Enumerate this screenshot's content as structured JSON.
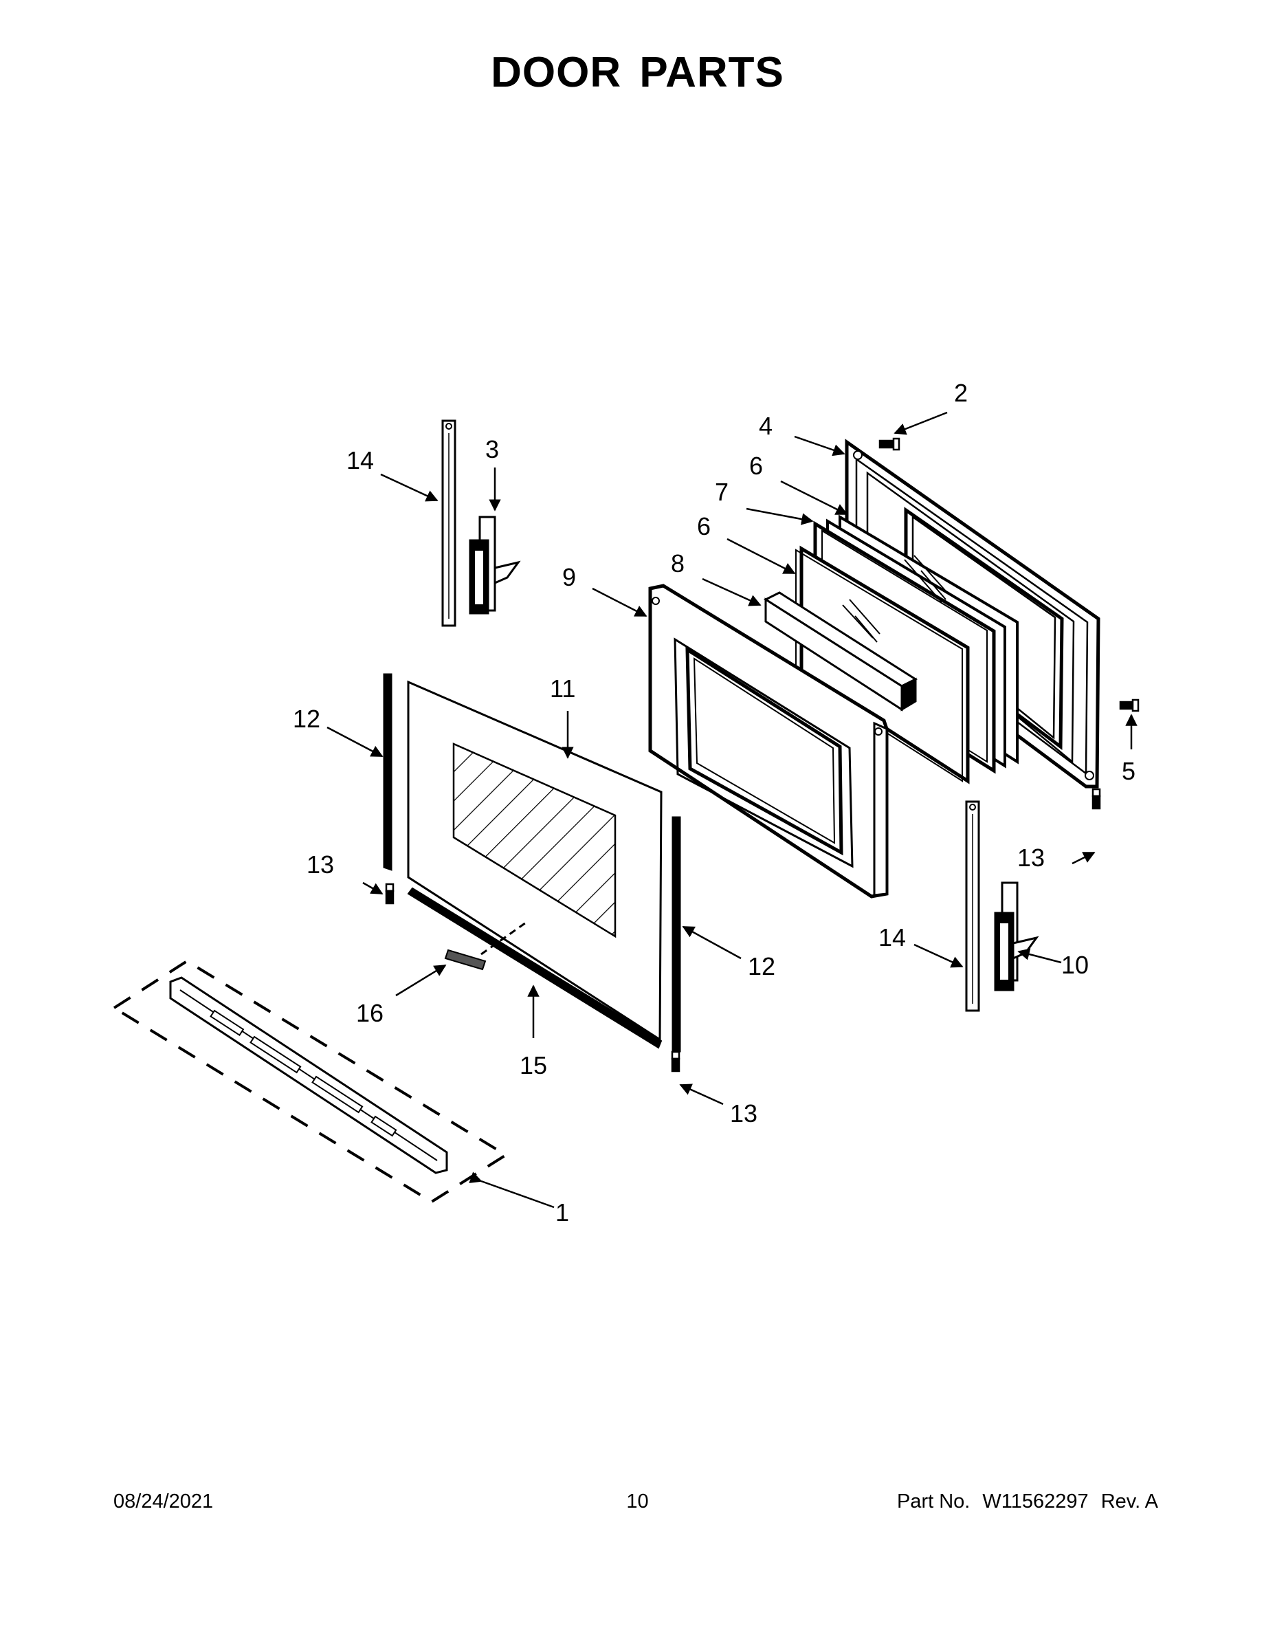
{
  "title": "DOOR PARTS",
  "footer": {
    "date": "08/24/2021",
    "page": "10",
    "part_label": "Part No.",
    "part_number": "W11562297",
    "revision": "Rev. A"
  },
  "callouts": {
    "c1": "1",
    "c2": "2",
    "c3": "3",
    "c4": "4",
    "c5": "5",
    "c6a": "6",
    "c6b": "6",
    "c7": "7",
    "c8": "8",
    "c9": "9",
    "c10": "10",
    "c11": "11",
    "c12a": "12",
    "c12b": "12",
    "c13a": "13",
    "c13b": "13",
    "c13c": "13",
    "c14a": "14",
    "c14b": "14",
    "c15": "15",
    "c16": "16"
  }
}
